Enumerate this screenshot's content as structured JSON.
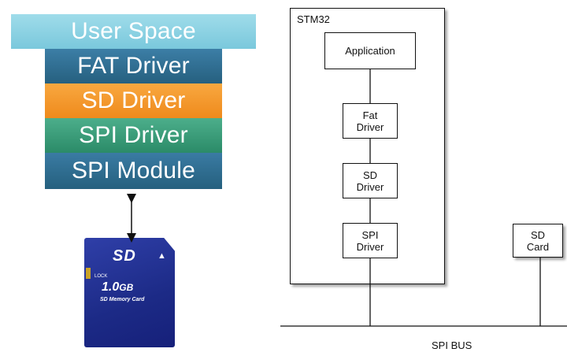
{
  "stack": {
    "user_space": "User Space",
    "fat_driver": "FAT Driver",
    "sd_driver": "SD Driver",
    "spi_driver": "SPI Driver",
    "spi_module": "SPI Module"
  },
  "sd_card_image": {
    "logo": "SD",
    "lock": "LOCK",
    "capacity": "1.0",
    "capacity_unit": "GB",
    "name": "SD Memory Card"
  },
  "block_diagram": {
    "chip_label": "STM32",
    "application": "Application",
    "fat_driver_l1": "Fat",
    "fat_driver_l2": "Driver",
    "sd_driver_l1": "SD",
    "sd_driver_l2": "Driver",
    "spi_driver_l1": "SPI",
    "spi_driver_l2": "Driver",
    "sd_card_l1": "SD",
    "sd_card_l2": "Card",
    "bus_label": "SPI BUS"
  }
}
